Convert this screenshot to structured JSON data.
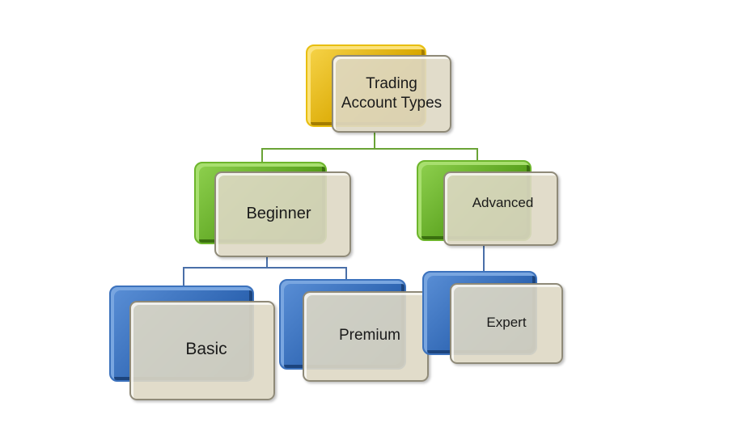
{
  "diagram": {
    "root": {
      "label": "Trading Account Types",
      "line1": "Trading",
      "line2": "Account Types",
      "color": "#d9a800"
    },
    "level1": [
      {
        "label": "Beginner",
        "color": "#5aa21e"
      },
      {
        "label": "Advanced",
        "color": "#5aa21e"
      }
    ],
    "level2": [
      {
        "label": "Basic",
        "parent": "Beginner",
        "color": "#2f66b3"
      },
      {
        "label": "Premium",
        "parent": "Beginner",
        "color": "#2f66b3"
      },
      {
        "label": "Expert",
        "parent": "Advanced",
        "color": "#2f66b3"
      }
    ]
  }
}
